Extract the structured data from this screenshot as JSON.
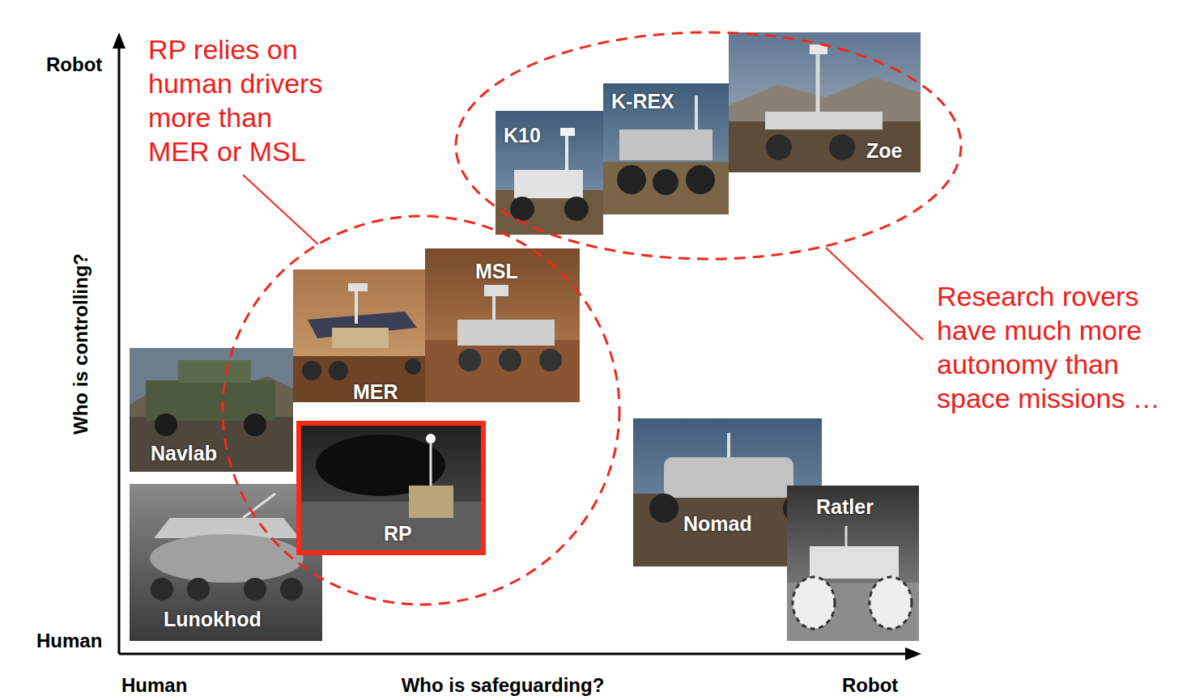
{
  "diagram": {
    "nodes": [
      {
        "text": [
          "K10"
        ]
      },
      {
        "text": [
          "K-REX"
        ]
      },
      {
        "text": [
          "Zoe"
        ]
      },
      {
        "text": [
          "MSL"
        ]
      },
      {
        "text": [
          "MER"
        ]
      },
      {
        "text": [
          "Navlab"
        ]
      },
      {
        "text": [
          "RP"
        ]
      },
      {
        "text": [
          "Nomad"
        ]
      },
      {
        "text": [
          "Ratler"
        ]
      },
      {
        "text": [
          "Lunokhod"
        ]
      }
    ],
    "labels": [
      "Robot",
      "RP relies on human drivers more than MER or MSL",
      "Who is controlling?",
      "Research rovers have much more autonomy than space missions …",
      "Human",
      "Human",
      "Who is safeguarding?",
      "Robot"
    ]
  }
}
